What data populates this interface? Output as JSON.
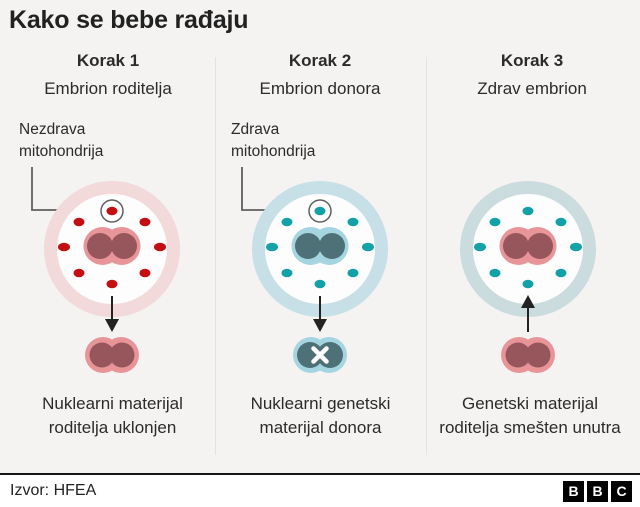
{
  "title": "Kako se bebe rađaju",
  "columns": [
    {
      "step": "Korak 1",
      "subtitle": "Embrion roditelja",
      "callout": "Nezdrava mitohondrija",
      "caption": "Nuklearni materijal roditelja uklonjen",
      "figure": {
        "cell": "parent-embryo",
        "mitochondria_count": 8,
        "mitochondria_color": "#c40e12",
        "ring_color": "#f2d9da",
        "nucleus_outer_color": "#e89599",
        "nucleus_inner_color": "#96565b",
        "arrow_direction": "down",
        "result": "nucleus-removed"
      }
    },
    {
      "step": "Korak 2",
      "subtitle": "Embrion donora",
      "callout": "Zdrava mitohondrija",
      "caption": "Nuklearni genetski materijal donora",
      "figure": {
        "cell": "donor-embryo",
        "mitochondria_count": 8,
        "mitochondria_color": "#12a1a7",
        "ring_color": "#c7e0e7",
        "nucleus_outer_color": "#a6d5e2",
        "nucleus_inner_color": "#4e7077",
        "arrow_direction": "down",
        "result": "donor-nucleus-crossed-out"
      }
    },
    {
      "step": "Korak 3",
      "subtitle": "Zdrav embrion",
      "caption": "Genetski materijal roditelja smešten unutra",
      "figure": {
        "cell": "healthy-embryo",
        "mitochondria_count": 8,
        "mitochondria_color": "#12a1a7",
        "ring_color": "#cbdcdf",
        "nucleus_outer_color": "#e89599",
        "nucleus_inner_color": "#96565b",
        "arrow_direction": "up",
        "result": "parent-nucleus-inserted"
      }
    }
  ],
  "footer": {
    "source": "Izvor: HFEA",
    "logo_letters": [
      "B",
      "B",
      "C"
    ]
  },
  "colors": {
    "background": "#f4f3f1",
    "footer_background": "#ffffff",
    "text": "#2b2b2b",
    "divider": "#e3e2e1",
    "arrow": "#222222",
    "callout_line": "#5f5f5f"
  }
}
